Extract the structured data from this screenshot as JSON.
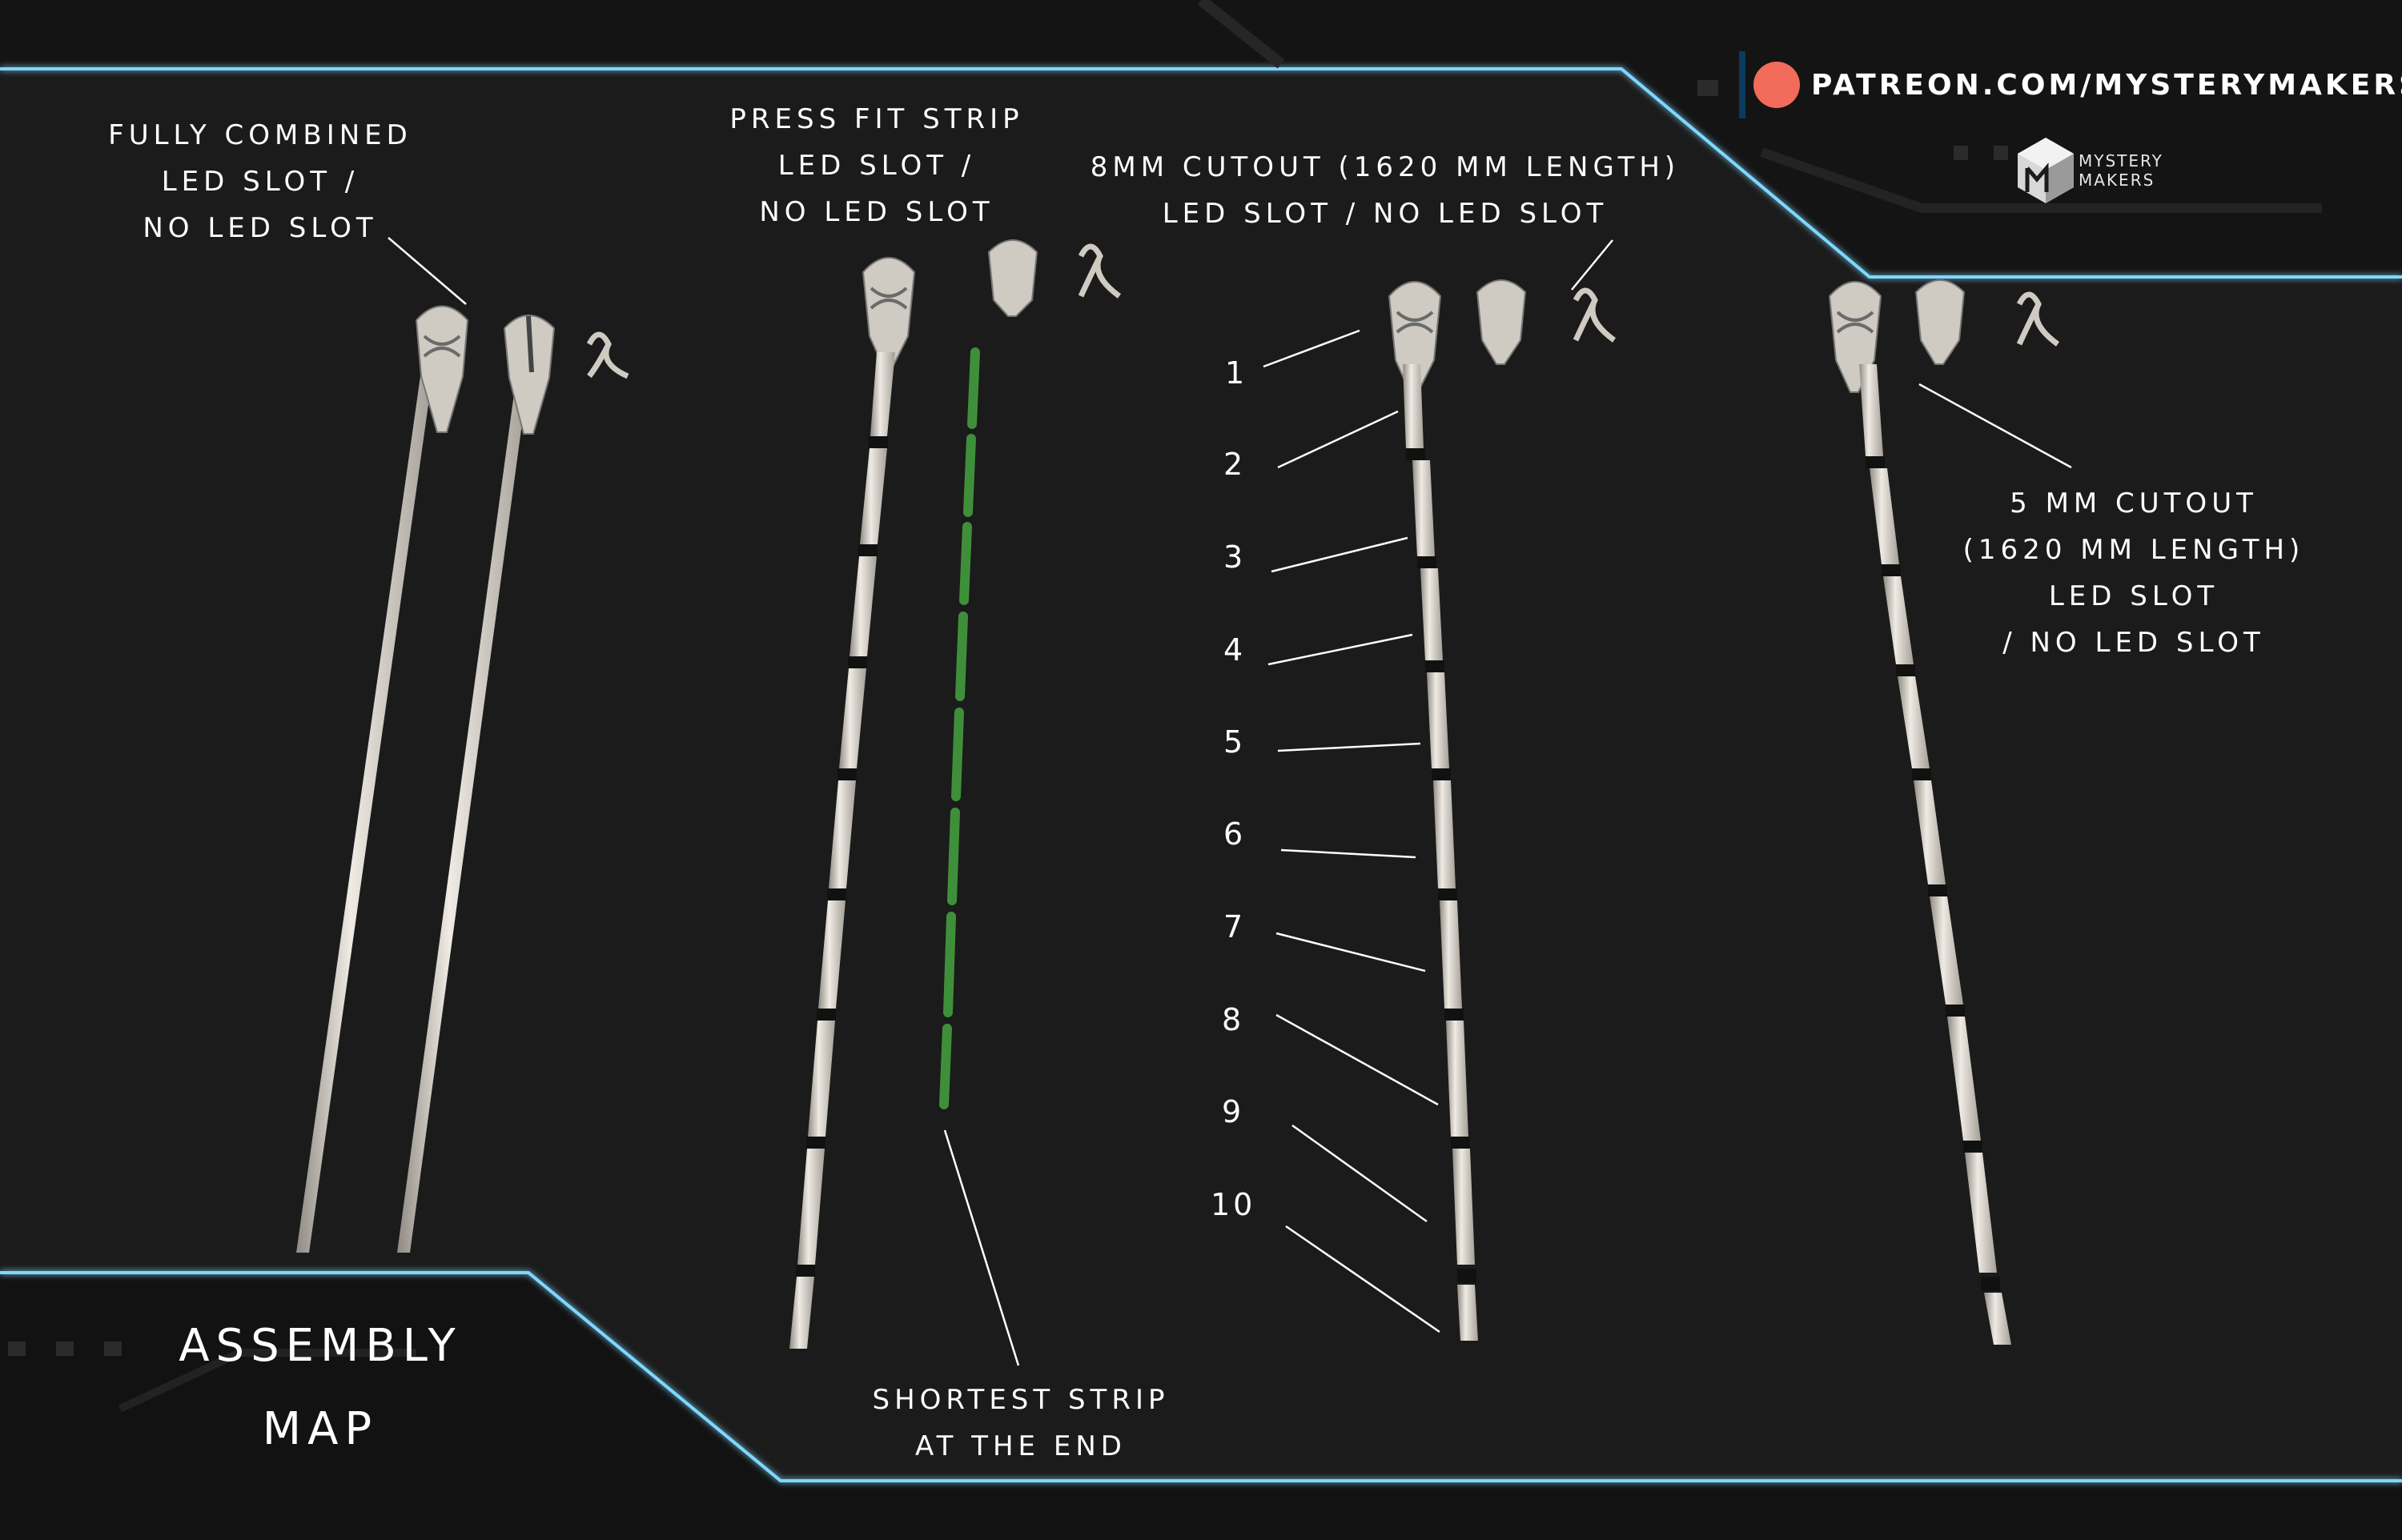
{
  "brand": {
    "patreon_url": "PATREON.COM/MYSTERYMAKERS",
    "logo_line1": "MYSTERY",
    "logo_line2": "MAKERS",
    "accent_color": "#f36b5b",
    "frame_glow_color": "#7fd7ff"
  },
  "title": {
    "line1": "ASSEMBLY",
    "line2": "MAP"
  },
  "labels": {
    "fully_combined": [
      "FULLY COMBINED",
      "LED SLOT /",
      "NO LED SLOT"
    ],
    "press_fit": [
      "PRESS FIT STRIP",
      "LED SLOT /",
      "NO LED SLOT"
    ],
    "cutout_8mm": [
      "8MM CUTOUT (1620 MM LENGTH)",
      "LED SLOT / NO LED SLOT"
    ],
    "cutout_5mm": [
      "5 MM CUTOUT",
      "(1620 MM LENGTH)",
      "LED SLOT",
      "/ NO LED SLOT"
    ],
    "shortest_strip": [
      "SHORTEST STRIP",
      "AT THE END"
    ]
  },
  "part_numbers": [
    "1",
    "2",
    "3",
    "4",
    "5",
    "6",
    "7",
    "8",
    "9",
    "10"
  ],
  "icons": [
    "staff-head-icon",
    "ribbon-clip-icon",
    "mystery-makers-cube-icon",
    "patreon-dot-icon"
  ]
}
